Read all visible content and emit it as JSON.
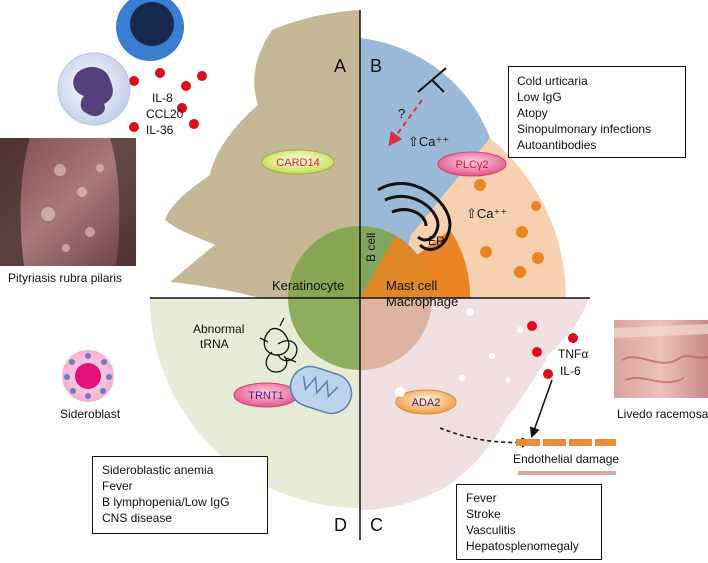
{
  "quadrants": {
    "a": "A",
    "b": "B",
    "c": "C",
    "d": "D"
  },
  "cells": {
    "keratinocyte": "Keratinocyte",
    "b_cell": "B cell",
    "mast_cell": "Mast cell",
    "macrophage": "Macrophage",
    "sideroblast": "Sideroblast",
    "er": "ER"
  },
  "genes": {
    "card14": "CARD14",
    "plcg2": "PLCγ2",
    "trnt1": "TRNT1",
    "ada2": "ADA2"
  },
  "cytokines_a": [
    "IL-8",
    "CCL20",
    "IL-36"
  ],
  "cytokines_c": [
    "TNFα",
    "IL-6"
  ],
  "labels": {
    "question": "?",
    "ca_up_1": "⇧Ca⁺⁺",
    "ca_up_2": "⇧Ca⁺⁺",
    "abnormal_trna_1": "Abnormal",
    "abnormal_trna_2": "tRNA",
    "endothelial": "Endothelial damage"
  },
  "photos": {
    "prp": "Pityriasis rubra pilaris",
    "livedo": "Livedo racemosa"
  },
  "boxes": {
    "b": [
      "Cold urticaria",
      "Low IgG",
      "Atopy",
      "Sinopulmonary infections",
      "Autoantibodies"
    ],
    "d": [
      "Sideroblastic anemia",
      "Fever",
      "B lymphopenia/Low IgG",
      "CNS disease"
    ],
    "c": [
      "Fever",
      "Stroke",
      "Vasculitis",
      "Hepatosplenomegaly"
    ]
  },
  "colors": {
    "keratinocyte": "#c4b896",
    "b_cell": "#9bbad8",
    "mast_cell": "#f8d2b0",
    "mast_core": "#e98525",
    "macrophage": "#f1e0e2",
    "sideroblast_zone": "#e6ecd6",
    "nucleus": "#7ea24a",
    "gene_pink": "#e0578a",
    "gene_green": "#d2e27a",
    "gene_orange": "#f2a65a",
    "dot_red": "#e00b1a",
    "granule": "#e98525"
  }
}
